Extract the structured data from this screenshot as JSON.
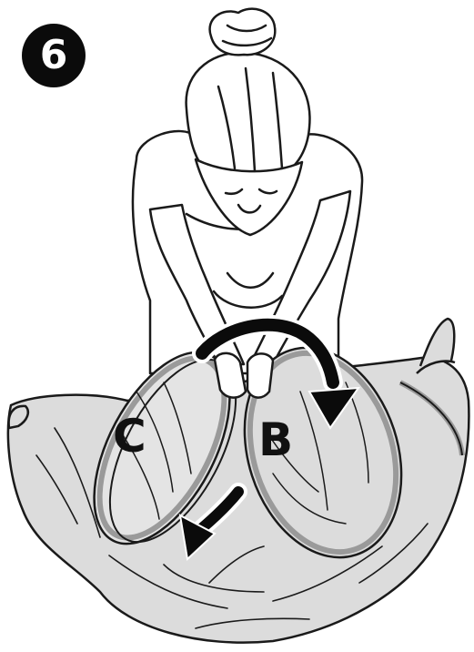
{
  "step": {
    "number": "6"
  },
  "labels": {
    "hoop_c": "C",
    "hoop_b": "B"
  },
  "colors": {
    "line": "#1a1a1a",
    "fabric": "#dcdcdc",
    "rim": "#9a9a9a",
    "badge": "#0b0b0b",
    "arrow": "#0b0b0b"
  }
}
